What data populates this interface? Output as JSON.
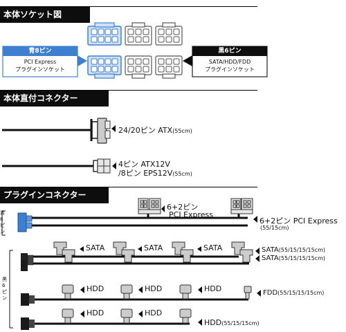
{
  "sections": {
    "socket_diagram": "本体ソケット図",
    "direct_connectors": "本体直付コネクター",
    "plugin_connectors": "プラグインコネクター"
  },
  "socket_callouts": {
    "blue": {
      "title": "青8ピン",
      "line1": "PCI Express",
      "line2": "プラグインソケット",
      "color": "#3e7fcf"
    },
    "black": {
      "title": "黒6ピン",
      "line1": "SATA/HDD/FDD",
      "line2": "プラグインソケット"
    }
  },
  "direct": {
    "atx_label": "24/20ピン ATX",
    "atx_length": "(55cm)",
    "eps_label_1": "4ピン ATX12V",
    "eps_label_2": "/8ピン EPS12V",
    "eps_length": "(55cm)"
  },
  "plugin": {
    "side_blue": "青8ピン",
    "side_black": "黒6ピン",
    "pcie_mid_1": "6+2ピン",
    "pcie_mid_2": "PCI Express",
    "pcie_end": "6+2ピン PCI Express",
    "pcie_length": "(55/15cm)",
    "sata_tag": "SATA",
    "sata_end": "SATA",
    "sata_length": "(55/15/15/15cm)",
    "hdd_tag": "HDD",
    "fdd_end": "FDD",
    "fdd_length": "(55/15/15/15cm)",
    "hdd_end": "HDD",
    "hdd_length": "(55/15/15cm)"
  },
  "colors": {
    "blue": "#3e7fcf",
    "black": "#0d0d0d"
  }
}
